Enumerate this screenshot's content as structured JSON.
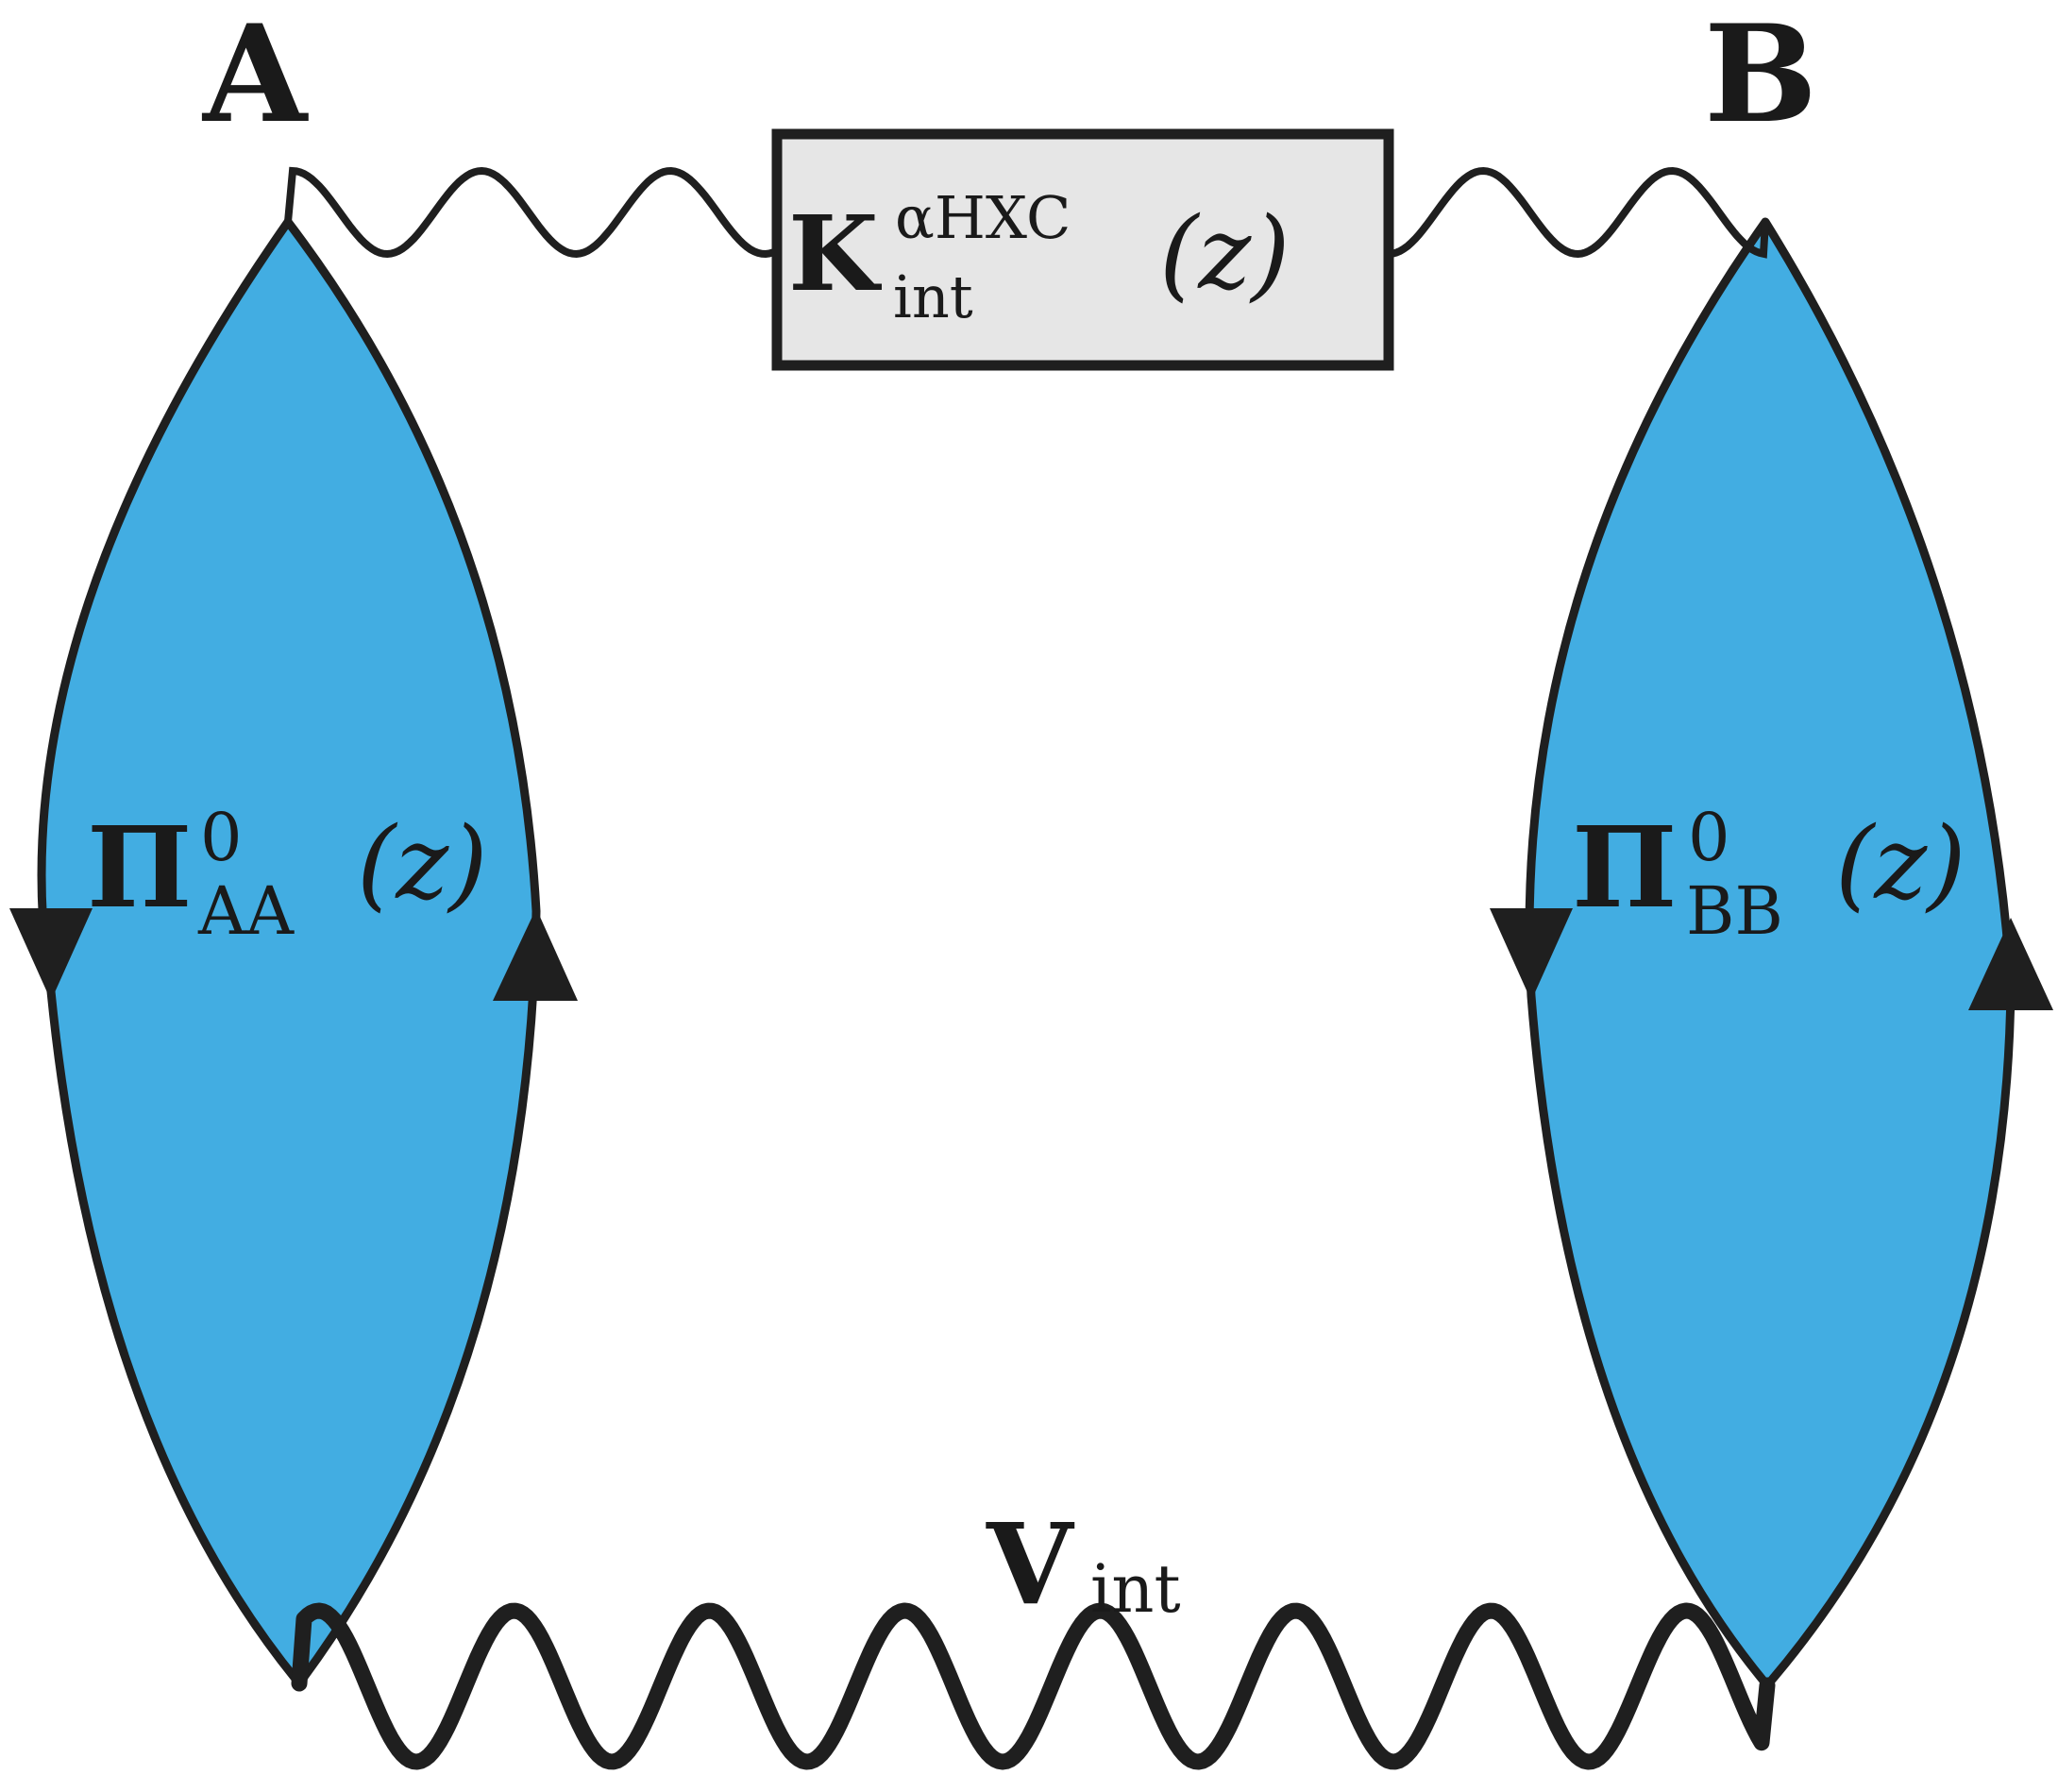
{
  "vertices": {
    "a": {
      "label": "A"
    },
    "b": {
      "label": "B"
    }
  },
  "kernel": {
    "symbol": "K",
    "superscript": "αHXC",
    "subscript": "int",
    "argument": "(z)"
  },
  "bubble_a": {
    "symbol": "Π",
    "superscript": "0",
    "subscript": "AA",
    "argument": "(z)"
  },
  "bubble_b": {
    "symbol": "Π",
    "superscript": "0",
    "subscript": "BB",
    "argument": "(z)"
  },
  "interaction": {
    "symbol": "V",
    "subscript": "int"
  },
  "colors": {
    "bubble_fill": "#42ade2",
    "stroke": "#1f1f1f",
    "box_fill": "#e6e6e6"
  }
}
